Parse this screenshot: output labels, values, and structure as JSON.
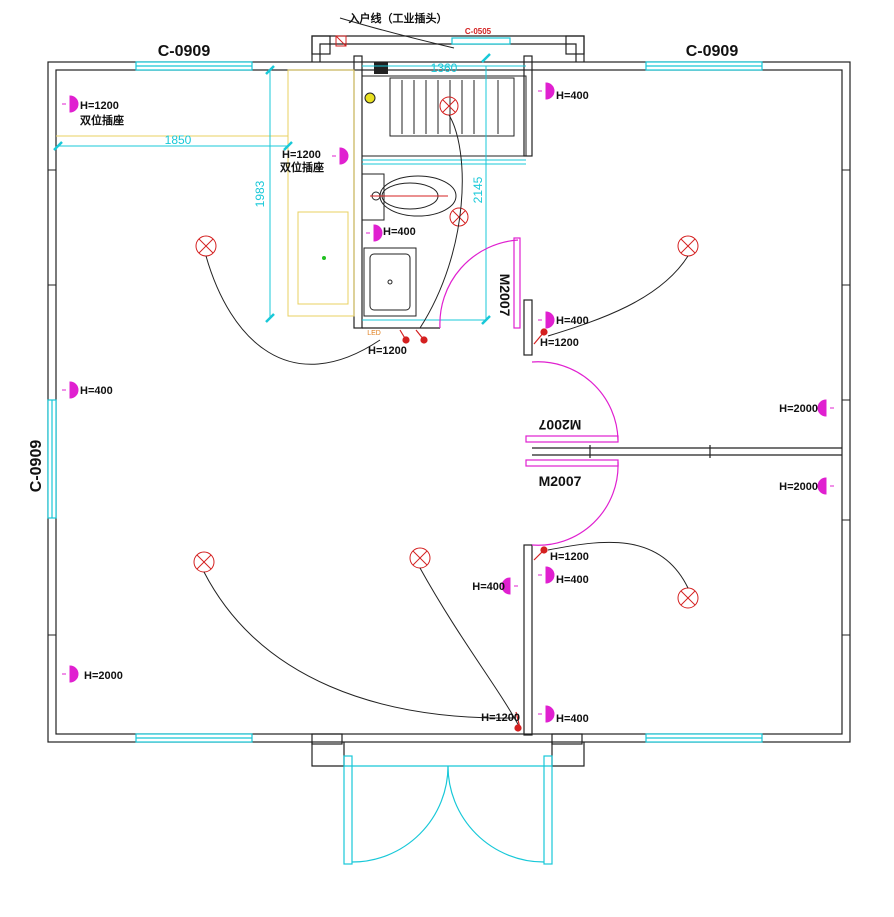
{
  "title": "入户线（工业插头）",
  "window_labels": {
    "top_left": "C-0909",
    "top_right": "C-0909",
    "left": "C-0909",
    "small_top": "C-0505"
  },
  "door_labels": {
    "upper": "M2007",
    "middle_mirrored": "M2007",
    "lower": "M2007"
  },
  "dimensions": {
    "width_1360": "1360",
    "width_1850": "1850",
    "height_1983": "1983",
    "height_2145": "2145"
  },
  "outlet_labels": {
    "tl_h": "H=1200",
    "tl_sub": "双位插座",
    "mid_h": "H=1200",
    "mid_sub": "双位插座",
    "bath": "H=400",
    "top_r": "H=400",
    "door_up_a": "H=400",
    "door_up_b": "H=1200",
    "switch_bath": "H=1200",
    "left_mid": "H=400",
    "right_a": "H=2000",
    "right_b": "H=2000",
    "mid_sw": "H=1200",
    "mid_a": "H=400",
    "mid_b": "H=400",
    "left_low": "H=2000",
    "bot_sw": "H=1200",
    "bot_r": "H=400"
  },
  "small_tag": "LED",
  "colors": {
    "wall": "#222222",
    "cyan": "#18c8d8",
    "magenta": "#e020d0",
    "red": "#d42020",
    "yellow": "#e8d060"
  }
}
